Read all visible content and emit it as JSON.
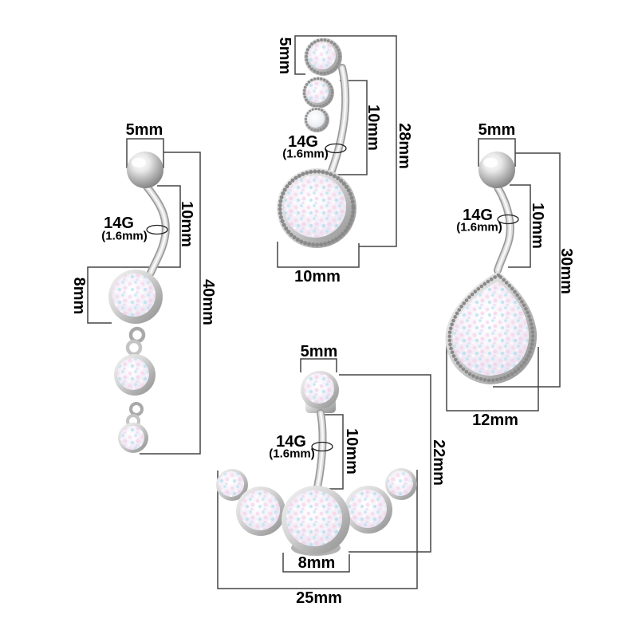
{
  "colors": {
    "background": "#ffffff",
    "dimension_lines": "#454545",
    "label_text": "#000000",
    "metal_silver": "#c9c9c9",
    "opal_white": "#f3eef7",
    "opal_fleck_pink": "#f6cfe9",
    "opal_fleck_blue": "#aee3f2"
  },
  "rings": [
    {
      "placement": "top-left",
      "ball_size": "5mm",
      "gauge": "14G",
      "gauge_detail": "(1.6mm)",
      "bar_length": "10mm",
      "stone_size": "8mm",
      "total_length": "40mm"
    },
    {
      "placement": "top-middle",
      "ball_size": "5mm",
      "gauge": "14G",
      "gauge_detail": "(1.6mm)",
      "bar_length": "10mm",
      "stone_size": "10mm",
      "total_length": "28mm"
    },
    {
      "placement": "right",
      "ball_size": "5mm",
      "gauge": "14G",
      "gauge_detail": "(1.6mm)",
      "bar_length": "10mm",
      "stone_size": "12mm",
      "total_length": "30mm"
    },
    {
      "placement": "bottom-middle",
      "ball_size": "5mm",
      "gauge": "14G",
      "gauge_detail": "(1.6mm)",
      "bar_length": "10mm",
      "stone_size": "8mm",
      "cluster_width": "25mm",
      "total_length": "22mm"
    }
  ]
}
